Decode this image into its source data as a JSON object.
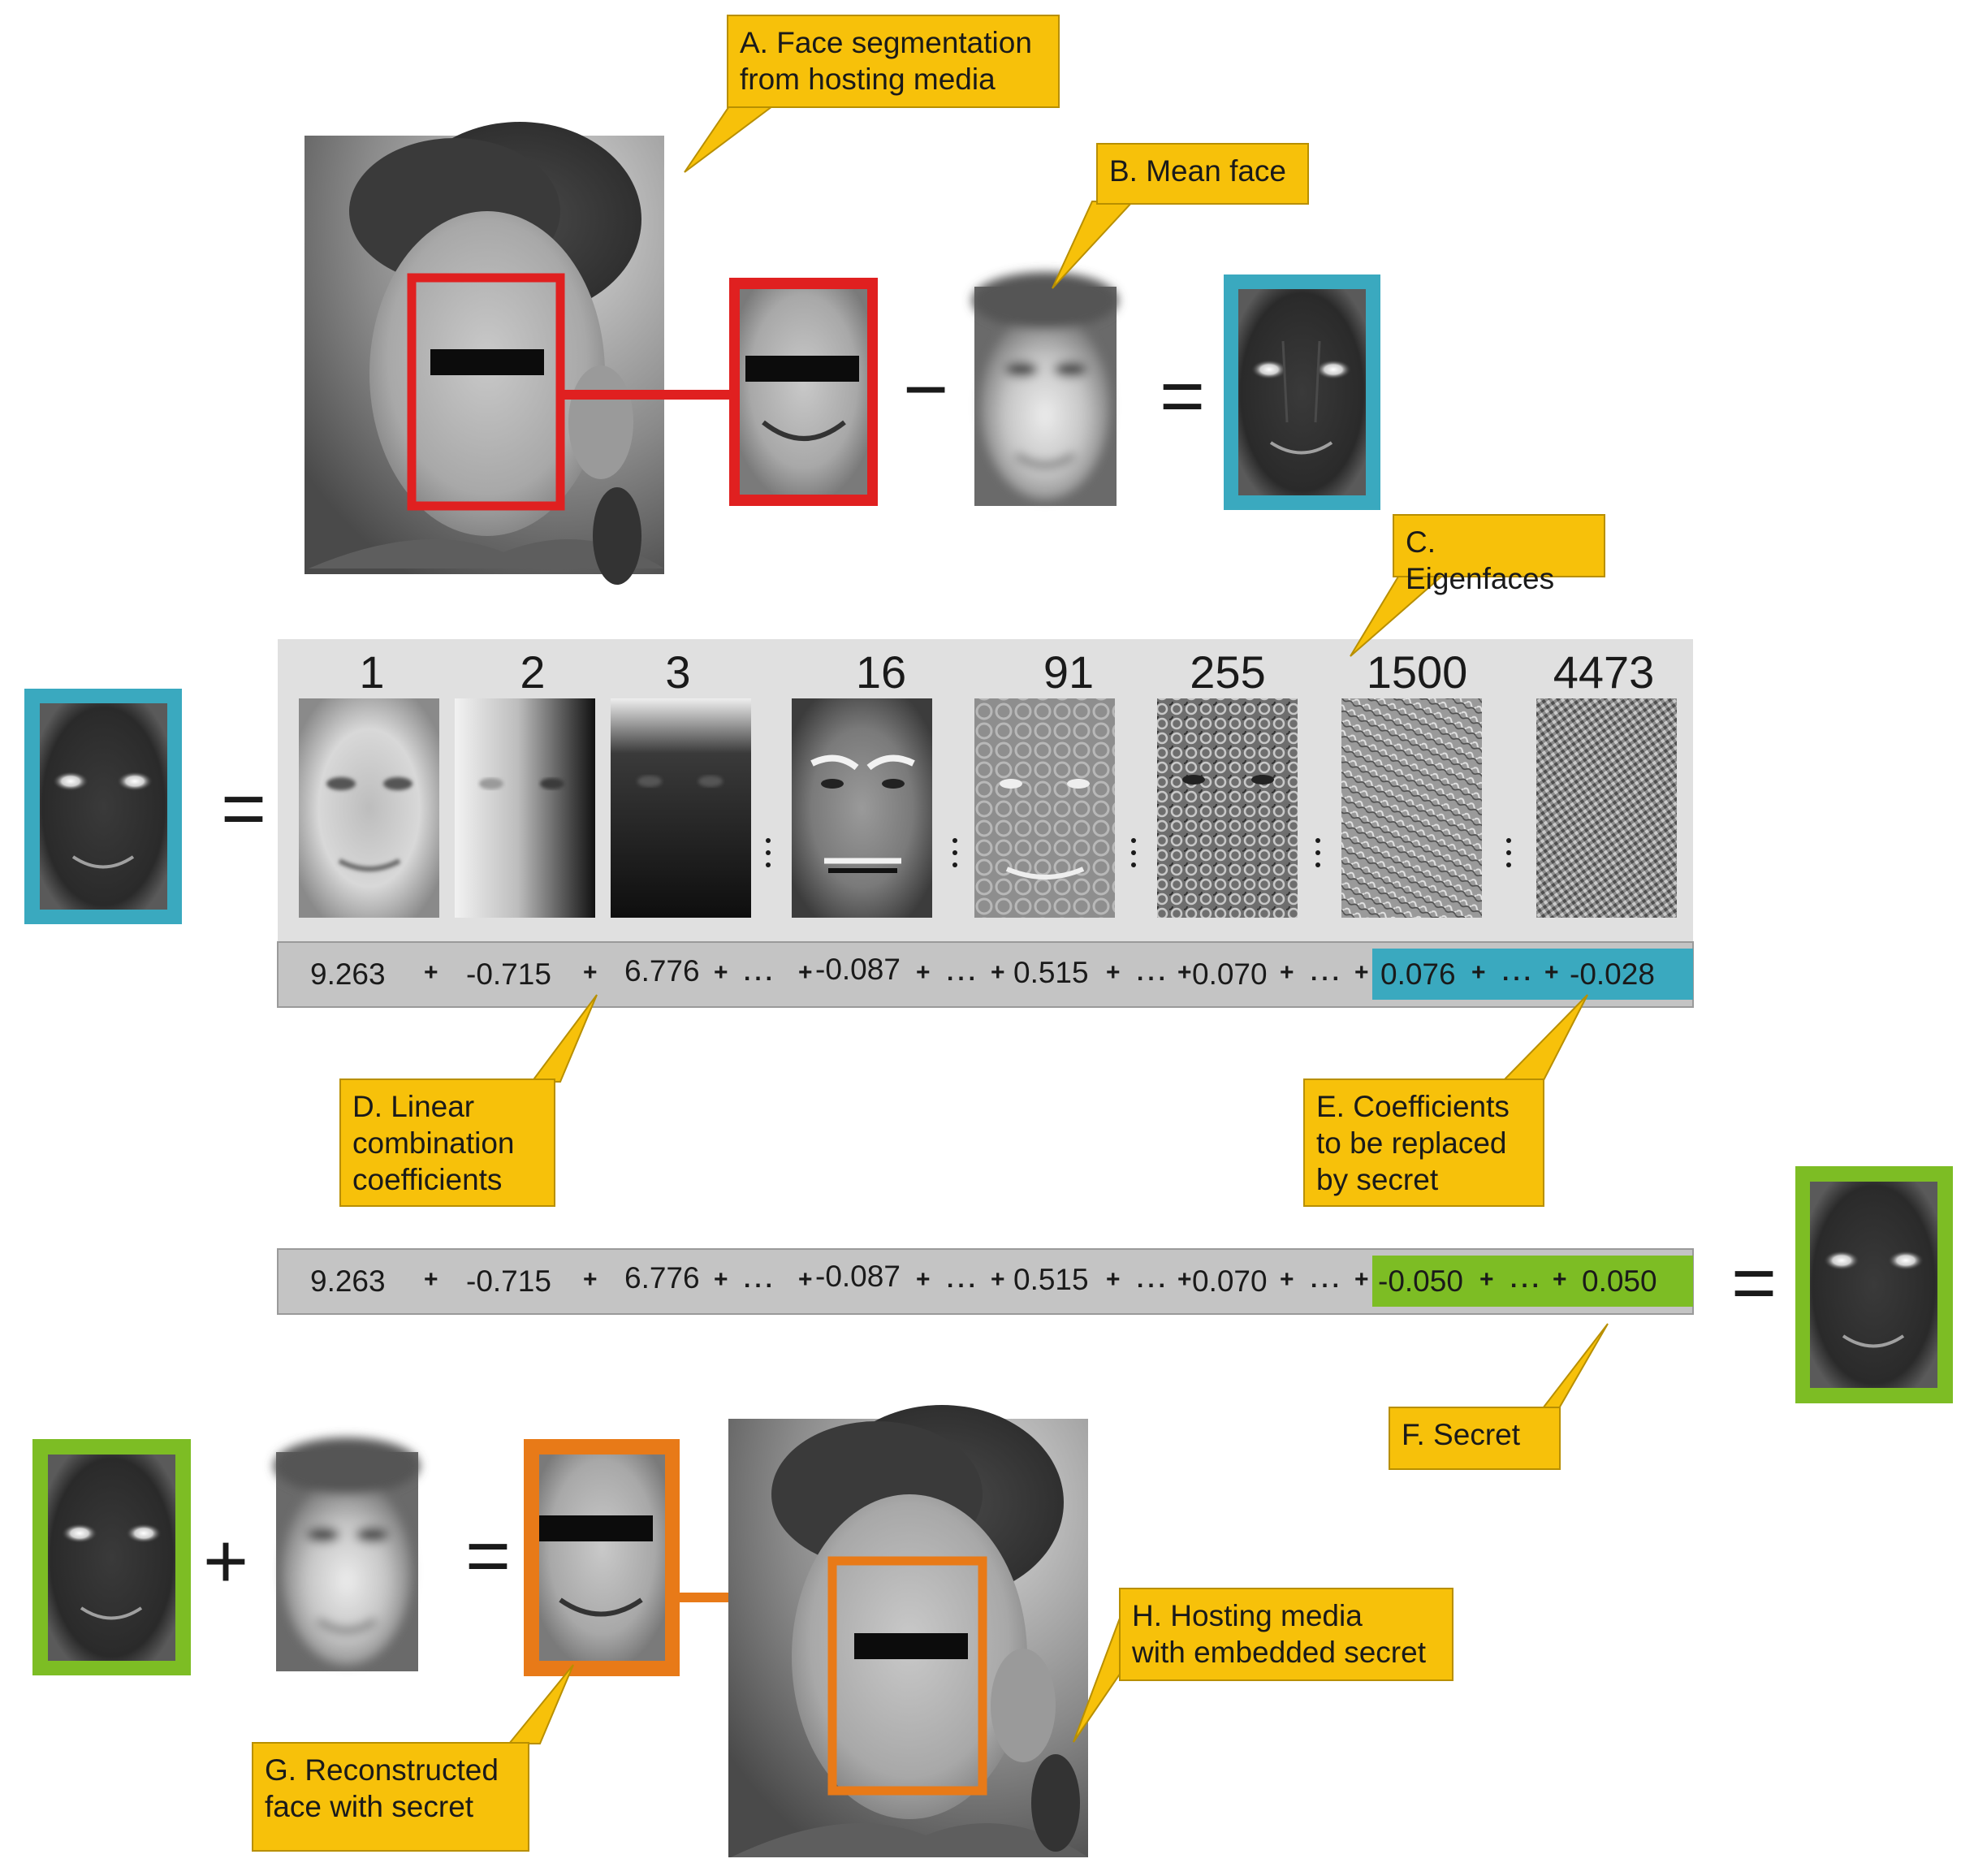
{
  "callouts": {
    "a": "A. Face segmentation\nfrom hosting media",
    "b": "B. Mean face",
    "c": "C. Eigenfaces",
    "d": "D. Linear\ncombination\ncoefficients",
    "e": "E. Coefficients\nto be replaced\nby secret",
    "f": "F. Secret",
    "g": "G. Reconstructed\nface with secret",
    "h": "H. Hosting media\nwith embedded secret"
  },
  "operators": {
    "minus": "−",
    "equals": "=",
    "plus": "+"
  },
  "eigen_indices": [
    "1",
    "2",
    "3",
    "16",
    "91",
    "255",
    "1500",
    "4473"
  ],
  "original_coefficients": [
    "9.263",
    "-0.715",
    "6.776",
    "-0.087",
    "0.515",
    "0.070",
    "0.076",
    "-0.028"
  ],
  "secret_coefficients": [
    "9.263",
    "-0.715",
    "6.776",
    "-0.087",
    "0.515",
    "0.070",
    "-0.050",
    "0.050"
  ],
  "colors": {
    "segmentation_frame": "#e02020",
    "difference_frame": "#3aa9bf",
    "secret_frame": "#7dbd24",
    "reconstructed_frame": "#e87a18",
    "callout_fill": "#f7c10a"
  },
  "icons": [
    "censor-bar-icon",
    "vertical-ellipsis-icon"
  ]
}
